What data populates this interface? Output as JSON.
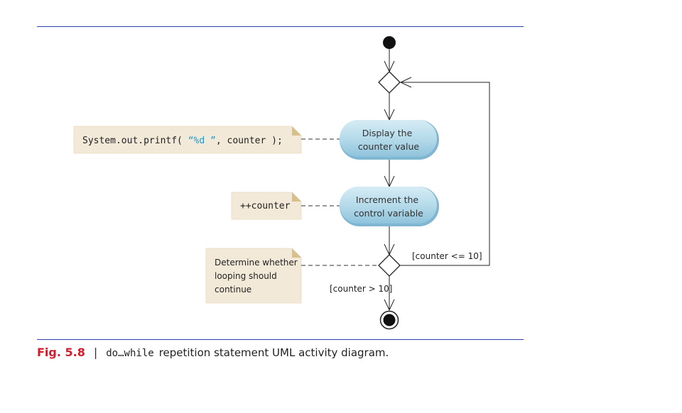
{
  "diagram": {
    "nodes": {
      "initial": {
        "type": "initial-state"
      },
      "merge": {
        "type": "merge"
      },
      "display": {
        "type": "action",
        "lines": [
          "Display the",
          "counter value"
        ]
      },
      "increment": {
        "type": "action",
        "lines": [
          "Increment the",
          "control variable"
        ]
      },
      "decision": {
        "type": "decision"
      },
      "final": {
        "type": "final-state"
      }
    },
    "notes": {
      "printf": {
        "code_prefix": "System.out.printf( ",
        "code_string": "“%d  ”",
        "code_suffix": ", counter );",
        "attached_to": "display"
      },
      "increment": {
        "code": "++counter",
        "attached_to": "increment"
      },
      "decision": {
        "lines": [
          "Determine whether",
          "looping should",
          "continue"
        ],
        "attached_to": "decision"
      }
    },
    "guards": {
      "loop": "[counter <= 10]",
      "exit": "[counter > 10]"
    },
    "colors": {
      "rule": "#2f3fb0",
      "note_bg": "#f3e9d8",
      "note_fold": "#d9c08a",
      "action_fill": "#a9d3e6",
      "action_edge": "#7fb6d2",
      "string_literal": "#1a9ad6",
      "fig_number": "#d01c2c"
    }
  },
  "caption": {
    "fig_label": "Fig. 5.8",
    "separator": "|",
    "code": "do…while",
    "text": "repetition statement UML activity diagram."
  }
}
